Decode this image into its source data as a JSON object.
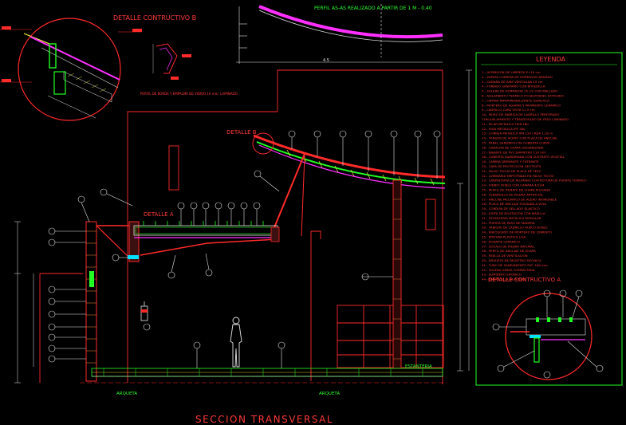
{
  "drawing": {
    "title": "SECCION TRANSVERSAL",
    "colors": {
      "background": "#000000",
      "red": "#ff2a2a",
      "green": "#22ff22",
      "magenta": "#ff30ff",
      "yellow": "#ffff40",
      "white": "#e6e6e6",
      "gray": "#9a9a9a",
      "cyan": "#00e0ff"
    }
  },
  "details": {
    "detail_b_title": "DETALLE CONTRUCTIVO B",
    "detail_b_callout": "DETALLE B",
    "detail_a_callout": "DETALLE A",
    "detail_a_title": "DETALLE CONTRUCTIVO A",
    "perfil_note": "PERFIL AS-AS REALIZADO A PARTIR DE 1 M - 0.40",
    "perfil_small_note": "PERFIL DE BORDE Y EMPALME DE VIDRIO 10 mm. LAMINADO"
  },
  "labels": {
    "arqueta_1": "ARQUETA",
    "arqueta_2": "ARQUETA",
    "estanteria": "ESTANTERIA"
  },
  "legend": {
    "title": "LEYENDA",
    "items": [
      "1.- HORMIGON DE LIMPIEZA E=10 cm",
      "2.- ZAPATA CORRIDA DE HORMIGON ARMADO",
      "3.- CAMARA DE AIRE VENTILADA 15 cm",
      "4.- FORJADO SANITARIO CON BOVEDILLA",
      "5.- SOLERA DE HORMIGON 15 cm CON MALLAZO",
      "6.- AISLAMIENTO TERMICO POLIESTIRENO EXTRUIDO",
      "7.- LAMINA IMPERMEABILIZANTE ASFALTICA",
      "8.- MORTERO DE AGARRE Y PAVIMENTO CERAMICO",
      "9.- LADRILLO CARA VISTA 11.5 cm",
      "10.- MURO DE FABRICA DE LADRILLO PERFORADO",
      "CON AISLAMIENTO Y TRASDOSADO DE YESO LAMINADO",
      "11.- PILAR METALICO HEB 160",
      "12.- VIGA METALICA IPE 300",
      "13.- CORREA METALICA IPN 120 CADA 1.20 m",
      "14.- TENSOR DE ACERO CON PLACA DE ANCLAJE",
      "15.- PANEL SANDWICH DE CUBIERTA CURVA",
      "16.- CANALON DE CHAPA GALVANIZADA",
      "17.- BAJANTE DE PVC DIAMETRO 110 mm",
      "18.- CUBIERTA AJARDINADA CON SUSTRATO VEGETAL",
      "19.- LAMINA DRENANTE Y FILTRANTE",
      "20.- CAPA DE PROTECCION GEOTEXTIL",
      "21.- FALSO TECHO DE PLACA DE YESO",
      "22.- LUMINARIA EMPOTRADA EN FALSO TECHO",
      "23.- CARPINTERIA DE ALUMINIO CON ROTURA DE PUENTE TERMICO",
      "24.- VIDRIO DOBLE CON CAMARA 4/12/4",
      "25.- PERFIL DE REMATE DE CHAPA PLEGADA",
      "26.- ALBARDILLA DE PIEDRA ARTIFICIAL",
      "27.- ANCLAJE MECANICO DE ACERO INOXIDABLE",
      "28.- PLACA DE ANCLAJE SOLDADA A VIGA",
      "29.- CORDON DE SELLADO ELASTICO",
      "30.- JUNTA DE DILATACION CON MASILLA",
      "31.- ESTANTERIA METALICA MODULAR",
      "32.- PUERTA DE PASO DE MADERA",
      "33.- TABIQUE DE LADRILLO HUECO DOBLE",
      "34.- ENFOSCADO DE MORTERO DE CEMENTO",
      "35.- PINTURA PLASTICA LISA",
      "36.- RODAPIE CERAMICO",
      "37.- ZOCALO DE PIEDRA NATURAL",
      "38.- PERFIL DE ANCLAJE DE CHAPA",
      "39.- REJILLA DE VENTILACION",
      "40.- ARQUETA DE REGISTRO SIFONICA",
      "41.- TUBO DE SANEAMIENTO PVC 160 mm",
      "42.- SOLERA GRAVA COMPACTADA",
      "43.- SUMIDERO SIFONICO",
      "44.- BARANDILLA DE ACERO"
    ]
  }
}
